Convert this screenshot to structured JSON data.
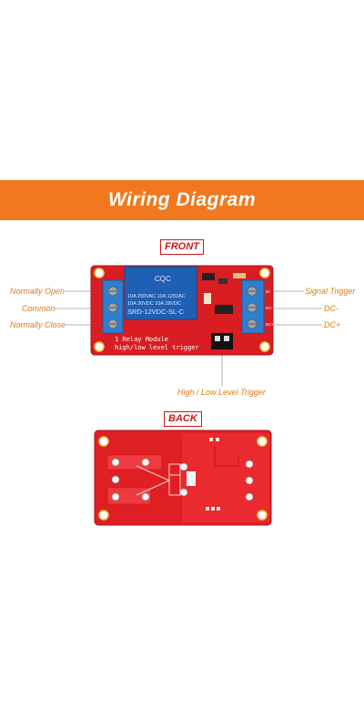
{
  "banner": {
    "title": "Wiring Diagram"
  },
  "front": {
    "tag": "FRONT",
    "left_labels": [
      "Normally Open",
      "Common",
      "Normally Close"
    ],
    "right_labels": [
      "Signal Trigger",
      "DC-",
      "DC+"
    ],
    "bottom_label": "High / Low Level Trigger",
    "relay_text": [
      "10A 250VAC 10A 125VAC",
      "10A 30VDC 10A 28VDC",
      "SRD-12VDC-SL-C"
    ],
    "relay_brand": "CQC",
    "board_text": [
      "1 Relay  Module",
      "high/low level trigger"
    ],
    "terminal_pins": [
      "IN",
      "DC-",
      "DC+"
    ]
  },
  "back": {
    "tag": "BACK"
  },
  "colors": {
    "banner": "#f0791f",
    "label": "#e07a12",
    "board": "#d81e22",
    "relay": "#1f5fb4",
    "terminal": "#2f7fd0",
    "tag": "#cc1b1b"
  }
}
